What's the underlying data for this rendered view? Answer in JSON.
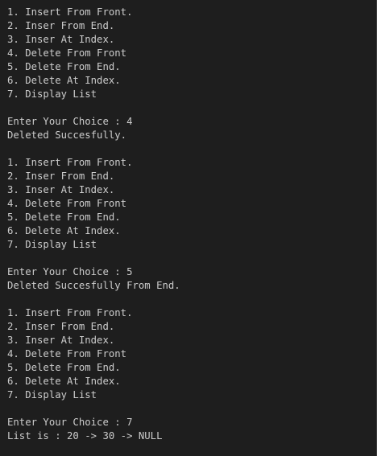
{
  "terminal": {
    "lines": [
      "1. Insert From Front.",
      "2. Inser From End.",
      "3. Inser At Index.",
      "4. Delete From Front",
      "5. Delete From End.",
      "6. Delete At Index.",
      "7. Display List",
      "",
      "Enter Your Choice : 4",
      "Deleted Succesfully.",
      "",
      "1. Insert From Front.",
      "2. Inser From End.",
      "3. Inser At Index.",
      "4. Delete From Front",
      "5. Delete From End.",
      "6. Delete At Index.",
      "7. Display List",
      "",
      "Enter Your Choice : 5",
      "Deleted Succesfully From End.",
      "",
      "1. Insert From Front.",
      "2. Inser From End.",
      "3. Inser At Index.",
      "4. Delete From Front",
      "5. Delete From End.",
      "6. Delete At Index.",
      "7. Display List",
      "",
      "Enter Your Choice : 7",
      "List is : 20 -> 30 -> NULL"
    ]
  },
  "colors": {
    "background": "#1e1e1e",
    "text": "#cccccc"
  }
}
